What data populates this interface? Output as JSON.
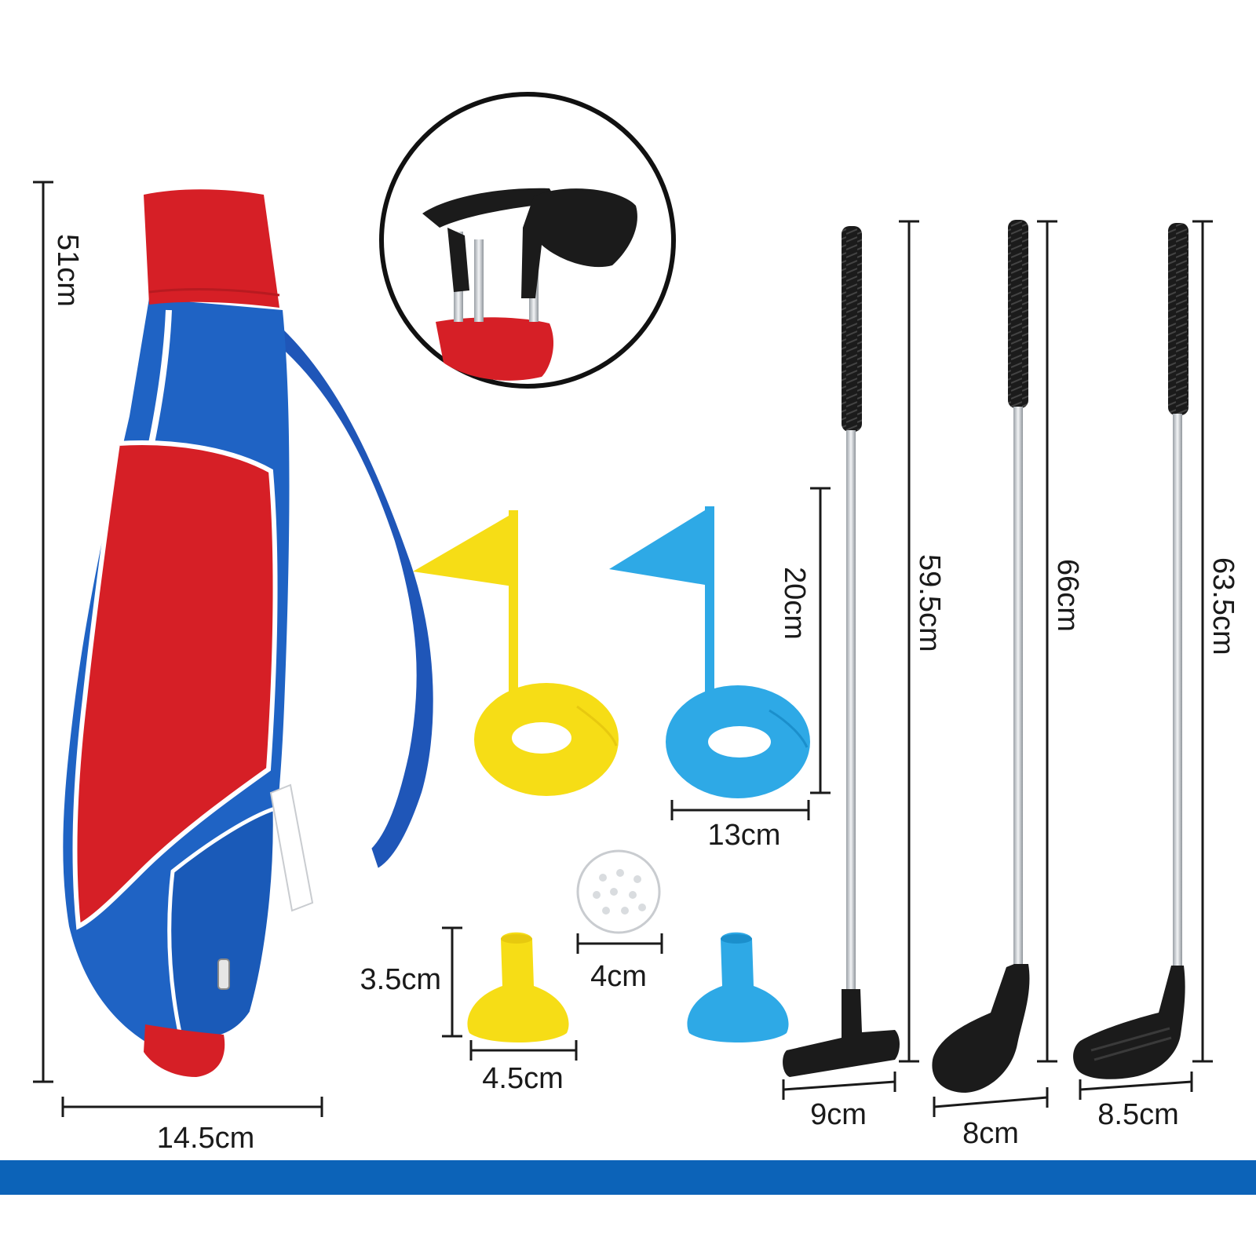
{
  "labels": {
    "bag_height": "51cm",
    "bag_width": "14.5cm",
    "flag_height": "20cm",
    "flag_base_width": "13cm",
    "tee_height": "3.5cm",
    "tee_width": "4.5cm",
    "ball_diameter": "4cm",
    "putter_length": "59.5cm",
    "driver_length": "66cm",
    "iron_length": "63.5cm",
    "putter_head_width": "9cm",
    "driver_head_width": "8cm",
    "iron_head_width": "8.5cm"
  },
  "colors": {
    "bag_blue": "#1f63c4",
    "bag_red": "#d61f26",
    "flag_yellow": "#f6dd16",
    "flag_blue": "#2ea9e6",
    "club_black": "#1b1b1b",
    "shaft_silver": "#c9ccd0",
    "footer_bar": "#0c63b8"
  },
  "icons": {
    "bag": "golf-bag-icon",
    "zoom_inset": "club-heads-zoom-icon",
    "flag": "hole-flag-icon",
    "tee": "golf-tee-icon",
    "ball": "golf-ball-icon",
    "putter": "putter-club-icon",
    "driver": "driver-club-icon",
    "iron": "iron-club-icon"
  }
}
